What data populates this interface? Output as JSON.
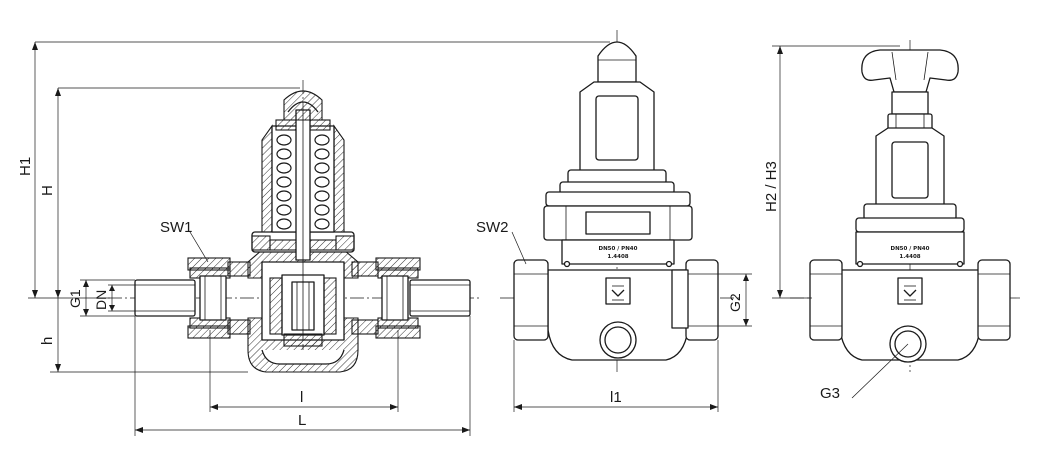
{
  "labels": {
    "sw1": "SW1",
    "sw2": "SW2",
    "g1": "G1",
    "dn": "DN",
    "g2": "G2",
    "g3": "G3",
    "h1": "H1",
    "h": "H",
    "h_small": "h",
    "h2_h3": "H2 / H3",
    "l_small": "l",
    "l1": "l1",
    "l_big": "L"
  },
  "nameplate": {
    "line1": "DN50 / PN40",
    "line2": "1.4408"
  },
  "colors": {
    "line": "#1a1a1a",
    "background": "#ffffff"
  }
}
